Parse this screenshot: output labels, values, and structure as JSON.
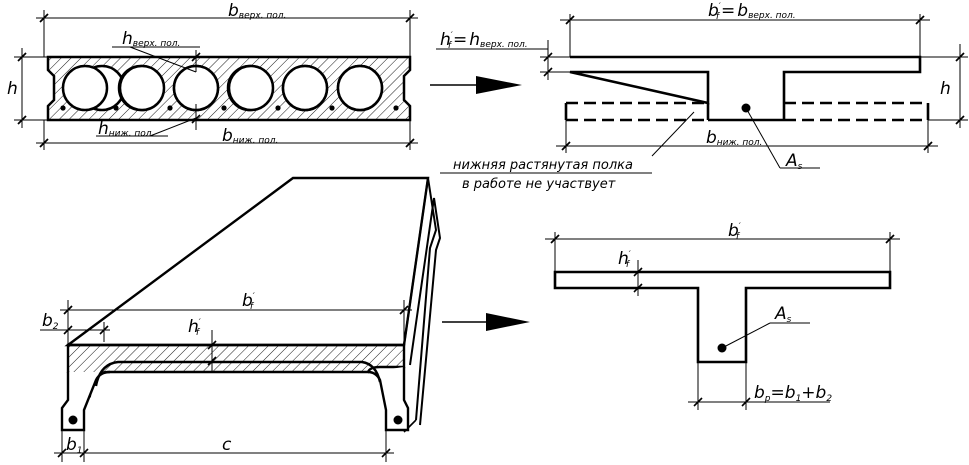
{
  "colors": {
    "ink": "#000000",
    "background": "#ffffff"
  },
  "hollow_slab_section": {
    "width_top": {
      "base": "b",
      "sub": "верх. пол."
    },
    "top_flange_thickness": {
      "base": "h",
      "sub": "верх. пол."
    },
    "bottom_flange_thickness": {
      "base": "h",
      "sub": "ниж. пол."
    },
    "width_bottom": {
      "base": "b",
      "sub": "ниж. пол."
    },
    "height": "h"
  },
  "i_section": {
    "width_top_formula": {
      "base": "b",
      "prime": "′",
      "sub": "f",
      "eq": "=",
      "rhs_base": "b",
      "rhs_sub": "верх. пол."
    },
    "flange_thickness_formula": {
      "base": "h",
      "prime": "′",
      "sub": "f",
      "eq": "=",
      "rhs_base": "h",
      "rhs_sub": "верх. пол."
    },
    "width_bottom": {
      "base": "b",
      "sub": "ниж. пол."
    },
    "height": "h",
    "reinforcement": {
      "base": "A",
      "sub": "s"
    }
  },
  "note": {
    "line1": "нижняя растянутая полка",
    "line2": "в работе не участвует"
  },
  "ribbed_slab": {
    "flange_width": {
      "base": "b",
      "prime": "′",
      "sub": "f"
    },
    "flange_thickness": {
      "base": "h",
      "prime": "′",
      "sub": "f"
    },
    "rib_top_width": {
      "base": "b",
      "sub": "2"
    },
    "rib_bottom_width": {
      "base": "b",
      "sub": "1"
    },
    "span": "c"
  },
  "t_section": {
    "flange_width": {
      "base": "b",
      "prime": "′",
      "sub": "f"
    },
    "flange_thickness": {
      "base": "h",
      "prime": "′",
      "sub": "f"
    },
    "reinforcement": {
      "base": "A",
      "sub": "s"
    },
    "rib_width_formula": {
      "b": "b",
      "p": "p",
      "eq": "=",
      "b1": "b",
      "s1": "1",
      "plus": "+",
      "b2": "b",
      "s2": "2"
    }
  }
}
